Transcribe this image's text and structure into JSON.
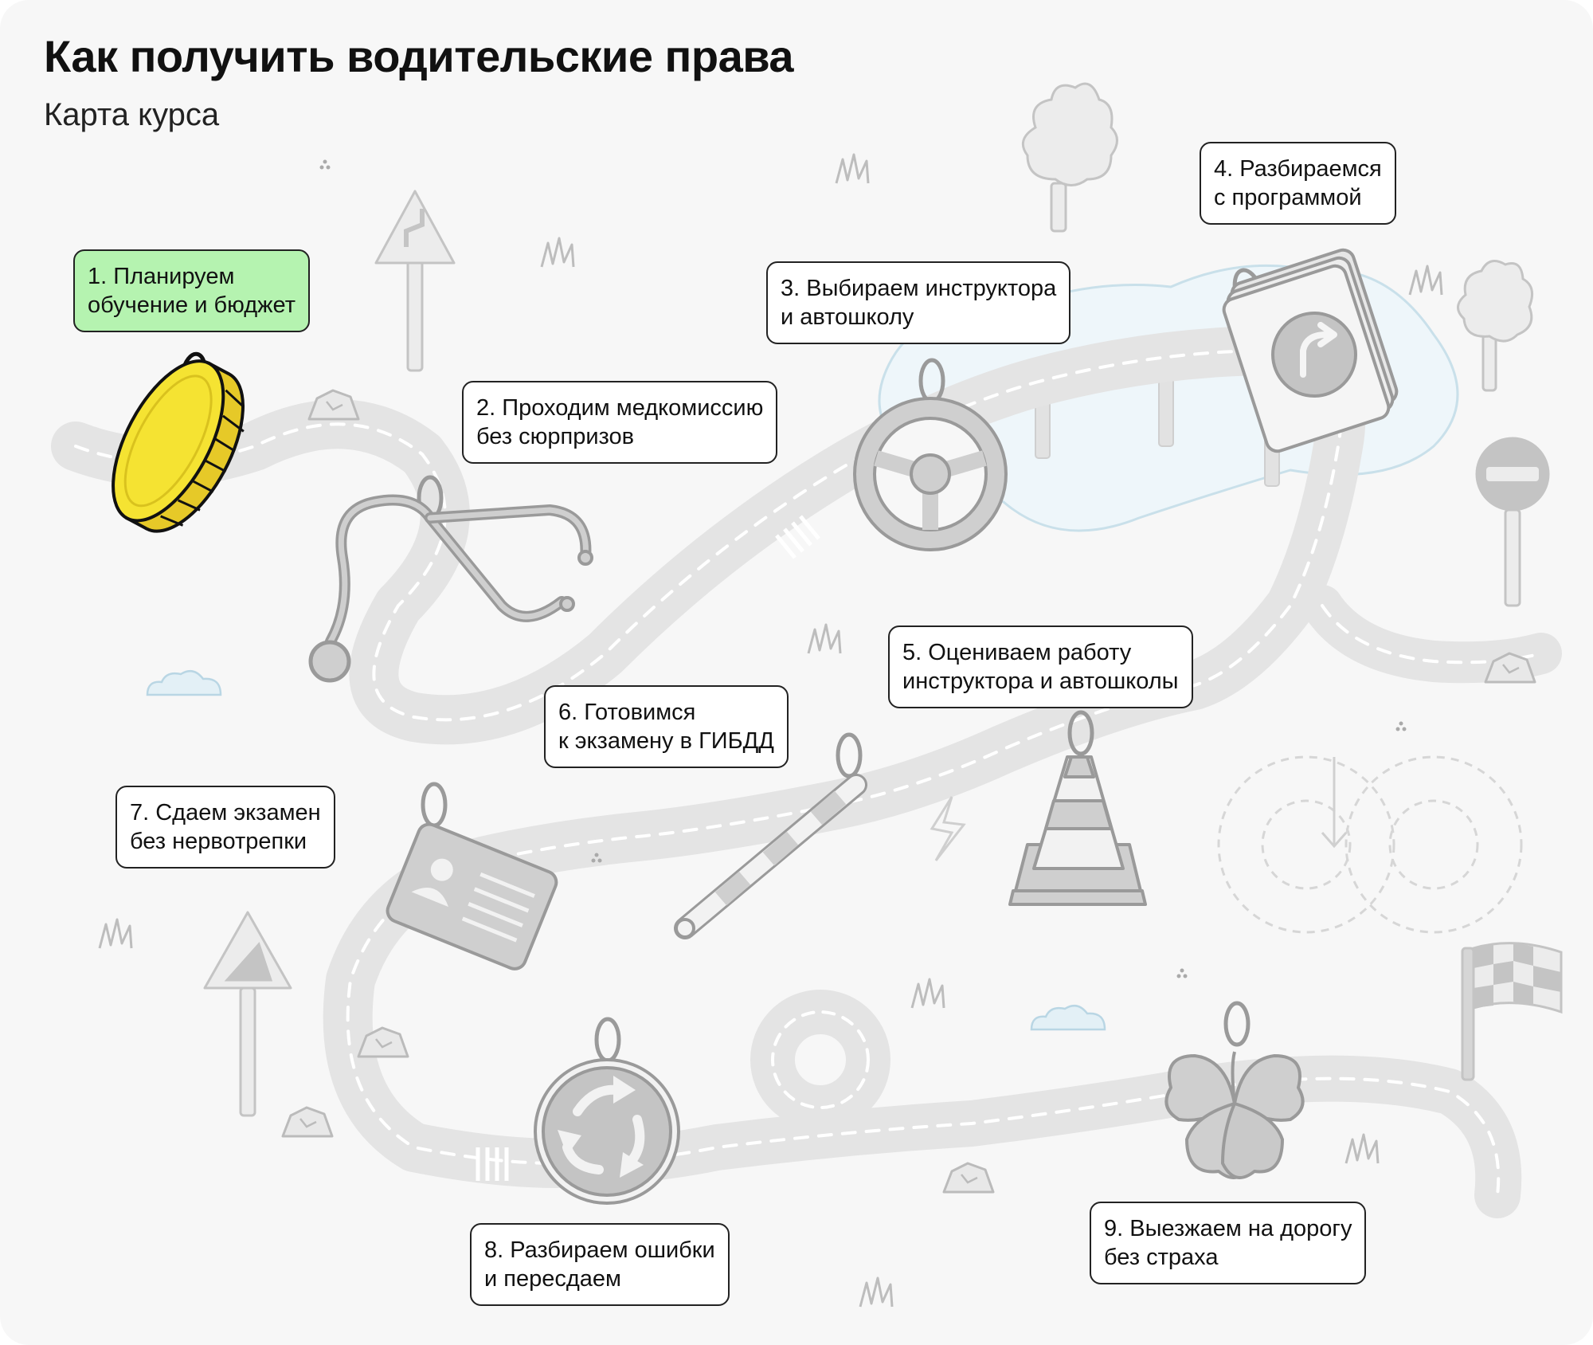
{
  "title": "Как получить водительские права",
  "subtitle": "Карта курса",
  "steps": [
    {
      "line1": "1. Планируем",
      "line2": "обучение и бюджет",
      "icon": "coin-icon",
      "active": true
    },
    {
      "line1": "2. Проходим медкомиссию",
      "line2": "без сюрпризов",
      "icon": "stethoscope-icon",
      "active": false
    },
    {
      "line1": "3. Выбираем инструктора",
      "line2": "и автошколу",
      "icon": "steering-wheel-icon",
      "active": false
    },
    {
      "line1": "4. Разбираемся",
      "line2": "с программой",
      "icon": "cards-icon",
      "active": false
    },
    {
      "line1": "5. Оцениваем работу",
      "line2": "инструктора и автошколы",
      "icon": "traffic-cone-icon",
      "active": false
    },
    {
      "line1": "6.  Готовимся",
      "line2": "к экзамену в ГИБДД",
      "icon": "police-baton-icon",
      "active": false
    },
    {
      "line1": "7. Сдаем экзамен",
      "line2": "без нервотрепки",
      "icon": "license-card-icon",
      "active": false
    },
    {
      "line1": "8. Разбираем ошибки",
      "line2": "и пересдаем",
      "icon": "roundabout-sign-icon",
      "active": false
    },
    {
      "line1": "9. Выезжаем на дорогу",
      "line2": "без страха",
      "icon": "clover-icon",
      "active": false
    }
  ],
  "colors": {
    "accent": "#b5f3b0",
    "coin": "#f5e332",
    "coin_edge": "#e0c520",
    "road": "#e4e4e4",
    "icon_gray": "#c4c4c4",
    "lake": "#dfeef6"
  }
}
